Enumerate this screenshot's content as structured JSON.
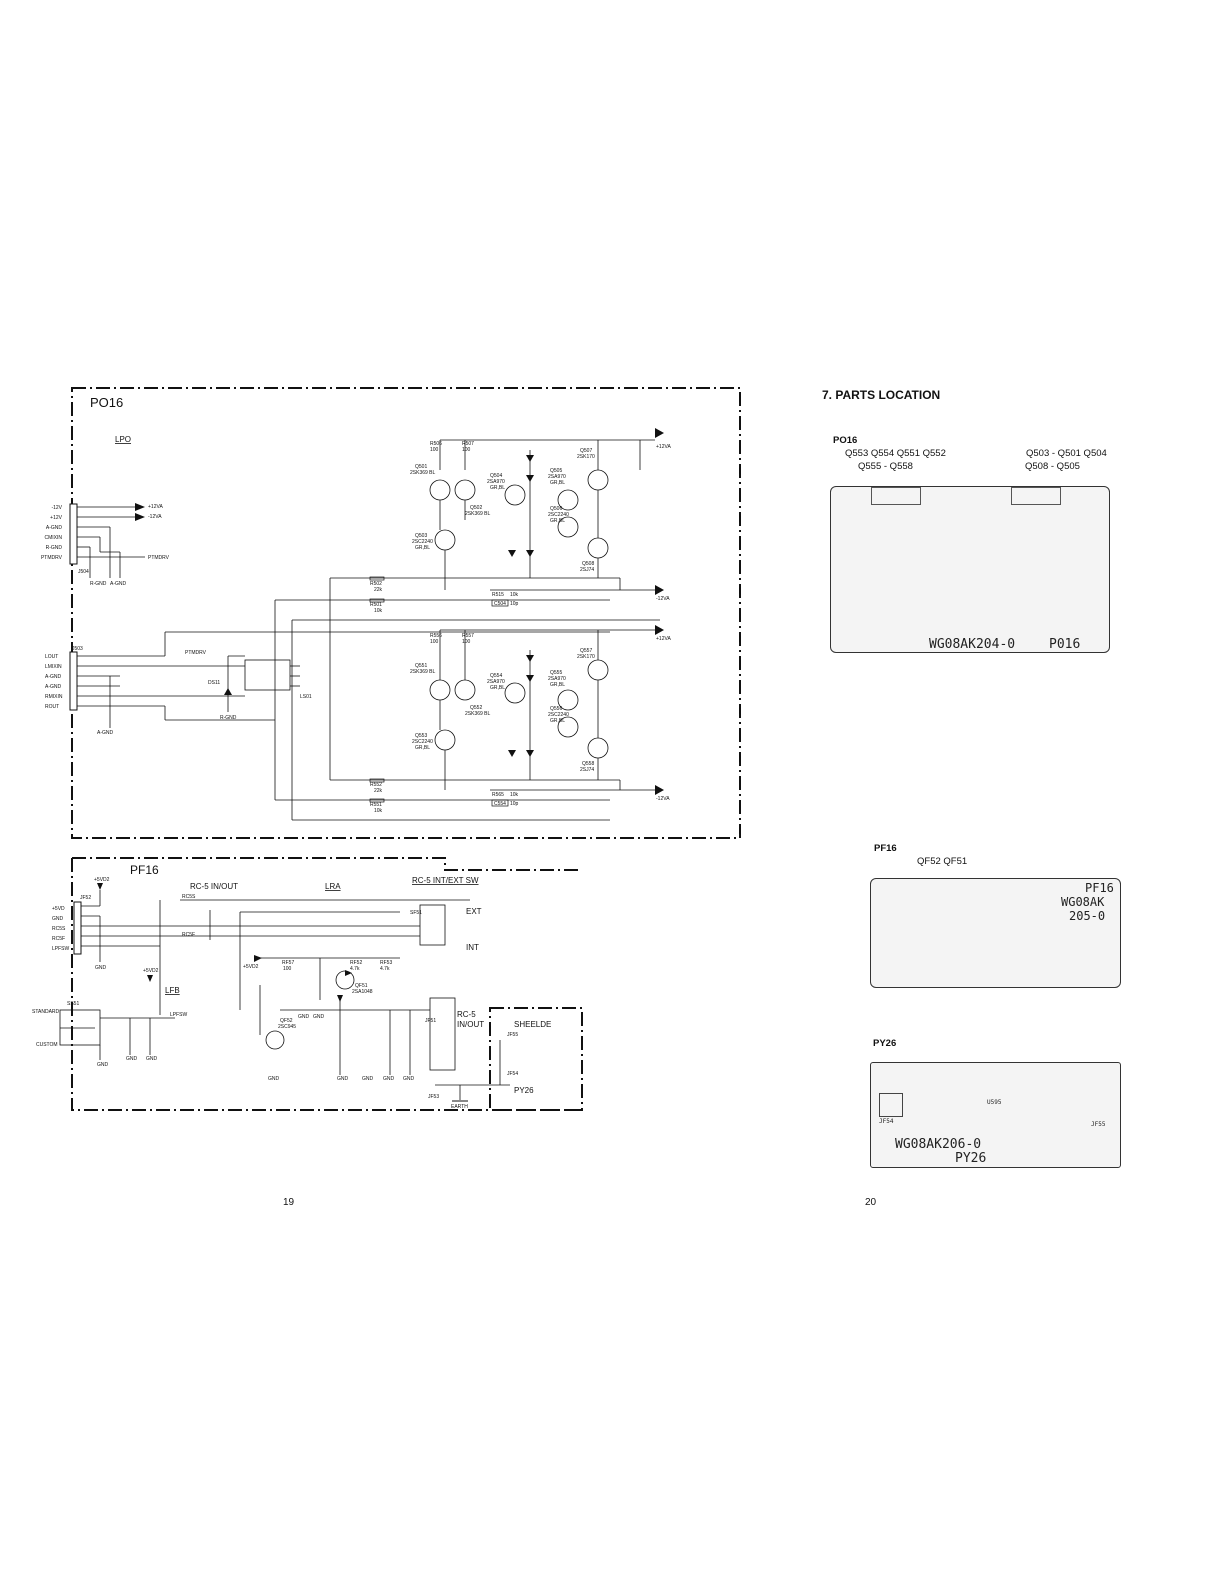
{
  "po16": {
    "title": "PO16",
    "lpo": "LPO",
    "j504_pins": [
      "-12V",
      "+12V",
      "A-GND",
      "CMIXIN",
      "R-GND",
      "PTMDRV"
    ],
    "j504_label": "J504",
    "j503_pins": [
      "LOUT",
      "LMIXIN",
      "A-GND",
      "A-GND",
      "RMIXIN",
      "ROUT"
    ],
    "j503_label": "J503",
    "labels": [
      "+12VA",
      "-12VA",
      "PTMDRV",
      "R-GND",
      "A-GND",
      "DS11",
      "LS01",
      "PTMDRV",
      "R-GND",
      "A-GND"
    ],
    "upper_parts": [
      "Q501",
      "2SK369 BL",
      "Q502",
      "2SK369 BL",
      "Q503",
      "2SC2240",
      "GR,BL",
      "Q504",
      "2SA970",
      "GR,BL",
      "Q505",
      "2SA970",
      "GR,BL",
      "Q506",
      "2SC2240",
      "GR,BL",
      "Q507",
      "2SK170",
      "Q508",
      "2SJ74",
      "R502",
      "22k",
      "R501",
      "10k",
      "R515",
      "10k",
      "C504",
      "10p",
      "R506",
      "100",
      "R507",
      "100"
    ],
    "lower_parts": [
      "Q551",
      "2SK369 BL",
      "Q552",
      "2SK369 BL",
      "Q553",
      "2SC2240",
      "GR,BL",
      "Q554",
      "2SA970",
      "GR,BL",
      "Q555",
      "2SA970",
      "GR,BL",
      "Q556",
      "2SC2240",
      "GR,BL",
      "Q557",
      "2SK170",
      "Q558",
      "2SJ74",
      "R552",
      "22k",
      "R551",
      "10k",
      "R565",
      "10k",
      "C554",
      "10p",
      "R556",
      "100",
      "R557",
      "100"
    ],
    "rails": [
      "+12VA",
      "-12VA",
      "+12VA",
      "-12VA"
    ]
  },
  "pf16": {
    "title": "PF16",
    "rc5_inout": "RC-5 IN/OUT",
    "lra": "LRA",
    "rc5_intext": "RC-5 INT/EXT SW",
    "ext": "EXT",
    "int": "INT",
    "jf52_pins": [
      "+5VD",
      "GND",
      "RC5S",
      "RC5F",
      "LPFSW"
    ],
    "jf52": "JF52",
    "labels": [
      "+5VD2",
      "GND",
      "RC5S",
      "RC5F",
      "SF51",
      "+5VD2",
      "LFB",
      "SS51",
      "STANDARD",
      "CUSTOM",
      "LPFSW",
      "GND",
      "GND",
      "GND",
      "+5VD2",
      "RF57",
      "100",
      "RF52",
      "4.7k",
      "RF53",
      "4.7k",
      "QF51",
      "2SA1048",
      "QF52",
      "2SC945",
      "JF51",
      "GND",
      "GND",
      "GND",
      "GND",
      "GND",
      "GND",
      "GND"
    ],
    "rc5_box": "RC-5\nIN/OUT"
  },
  "shield": {
    "title": "SHEELDE",
    "py26": "PY26",
    "jf55": "JF55",
    "jf54": "JF54",
    "jf53": "JF53",
    "earth": "EARTH"
  },
  "parts_location": {
    "heading": "7. PARTS LOCATION",
    "po16_title": "PO16",
    "po16_row1_left": "Q553 Q554 Q551 Q552",
    "po16_row1_right": "Q503 - Q501 Q504",
    "po16_row2_left": "Q555 - Q558",
    "po16_row2_right": "Q508  -  Q505",
    "po16_board_label": "WG08AK204-0",
    "po16_board_name": "P016",
    "pf16_title": "PF16",
    "pf16_row": "QF52 QF51",
    "pf16_board_label1": "PF16",
    "pf16_board_label2": "WG08AK",
    "pf16_board_label3": "205-0",
    "py26_title": "PY26",
    "py26_board_label": "WG08AK206-0",
    "py26_board_name": "PY26",
    "py26_jf54": "JF54",
    "py26_jf55": "JF55",
    "py26_u595": "U595"
  },
  "page_numbers": {
    "left": "19",
    "right": "20"
  }
}
